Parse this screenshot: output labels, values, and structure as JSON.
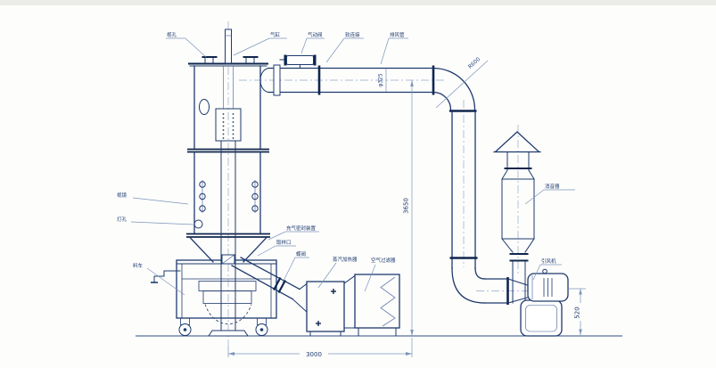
{
  "diagram": {
    "type": "engineering-line-drawing",
    "subject": "Fluid bed dryer installation diagram",
    "callouts": {
      "sight_port": "视孔",
      "lift_cylinder": "气缸",
      "pneumatic_valve": "气动阀",
      "flexible_joint": "软连接",
      "exhaust_duct": "排风管",
      "sight_glass": "视镜",
      "lamp_port": "灯孔",
      "material_cart": "料车",
      "inflatable_seal": "充气密封装置",
      "sampling_port": "取样口",
      "butterfly_valve": "蝶阀",
      "steam_heater": "蒸汽加热器",
      "air_filter": "空气过滤器",
      "silencer": "消音器",
      "fan": "引风机"
    },
    "dimensions": {
      "floor_span": "3000",
      "overall_height": "3650",
      "fan_axis_height": "520",
      "elbow_radius": "R600",
      "duct_diameter": "φ325"
    },
    "colors": {
      "line": "#1e3a6d",
      "accent_dark": "#10264e",
      "dim_line": "#7d95ba",
      "background": "#fdfdfc"
    }
  }
}
